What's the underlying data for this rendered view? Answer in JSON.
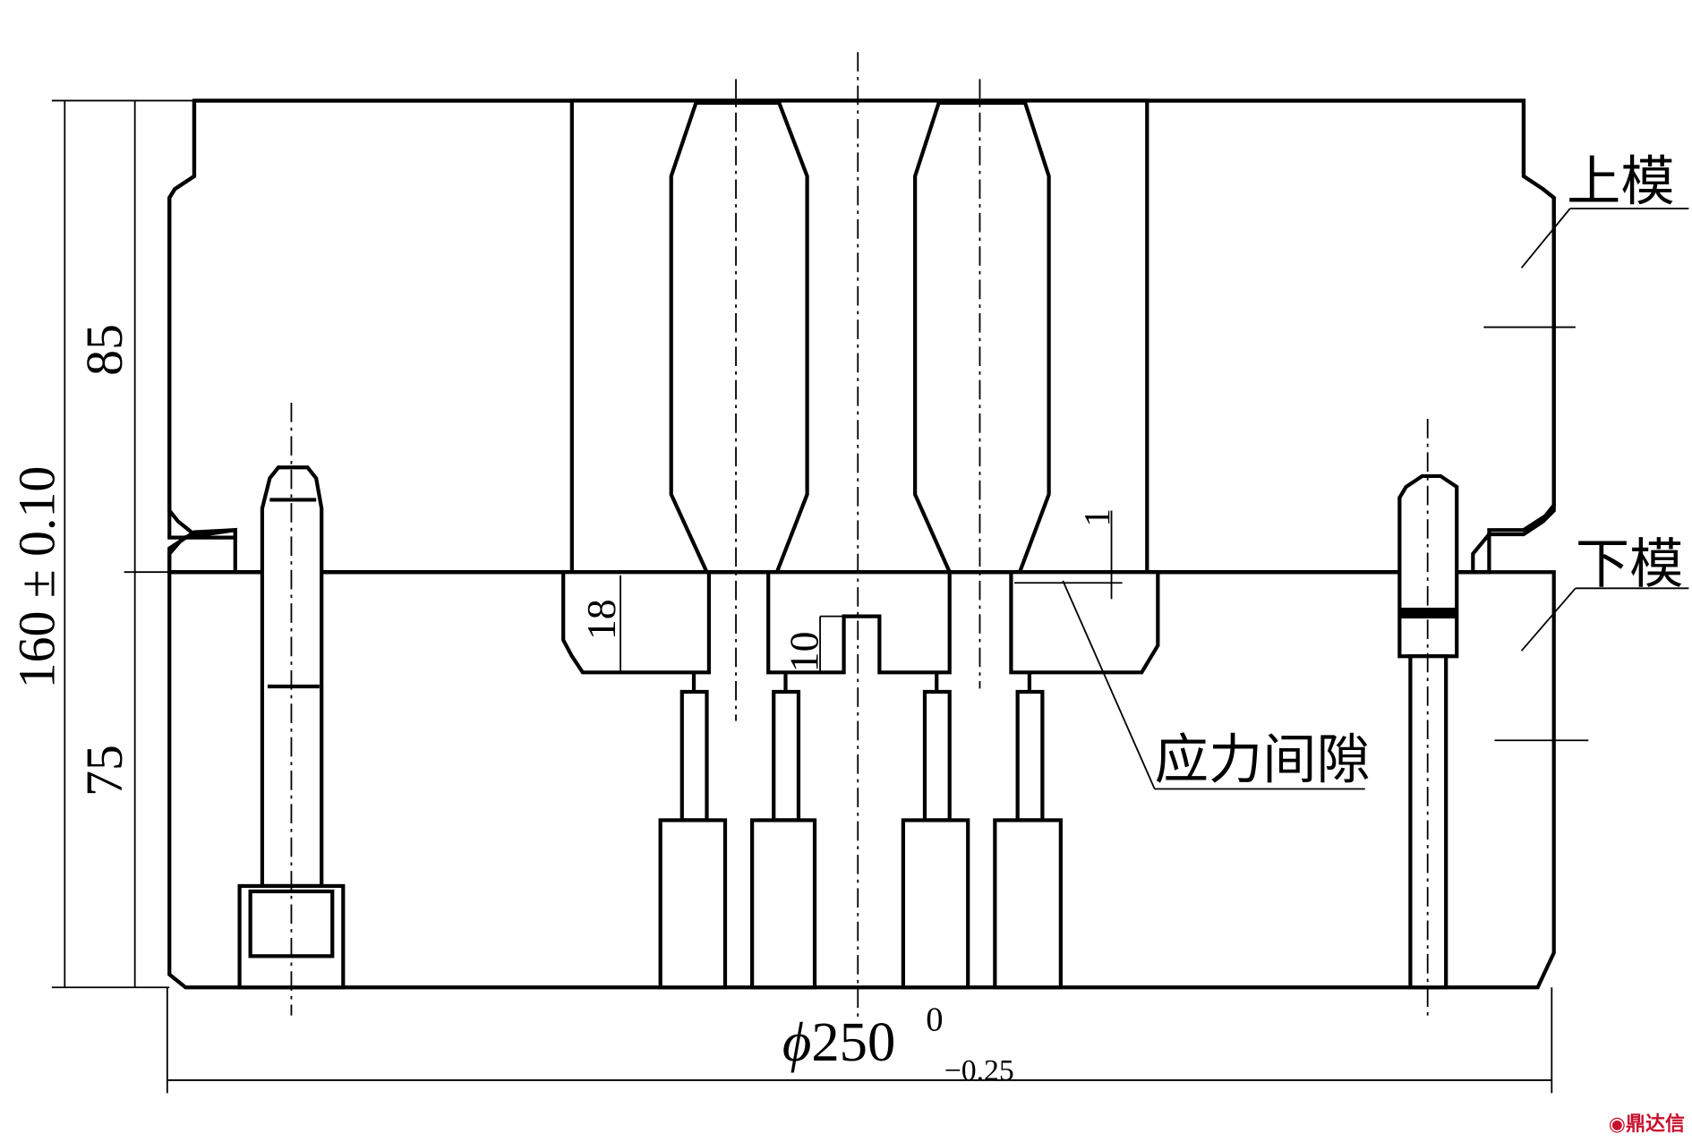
{
  "labels": {
    "upper_die": "上模",
    "lower_die": "下模",
    "stress_gap": "应力间隙"
  },
  "dimensions": {
    "total_height": "160 ± 0.10",
    "upper_height": "85",
    "lower_height": "75",
    "cavity_depth": "18",
    "step_depth": "10",
    "gap": "1",
    "diameter_symbol": "ϕ",
    "diameter": "250",
    "diameter_upper_tol": "0",
    "diameter_lower_tol": "−0.25"
  },
  "watermark": "鼎达信",
  "colors": {
    "line": "#000000",
    "watermark": "#c8102e"
  }
}
